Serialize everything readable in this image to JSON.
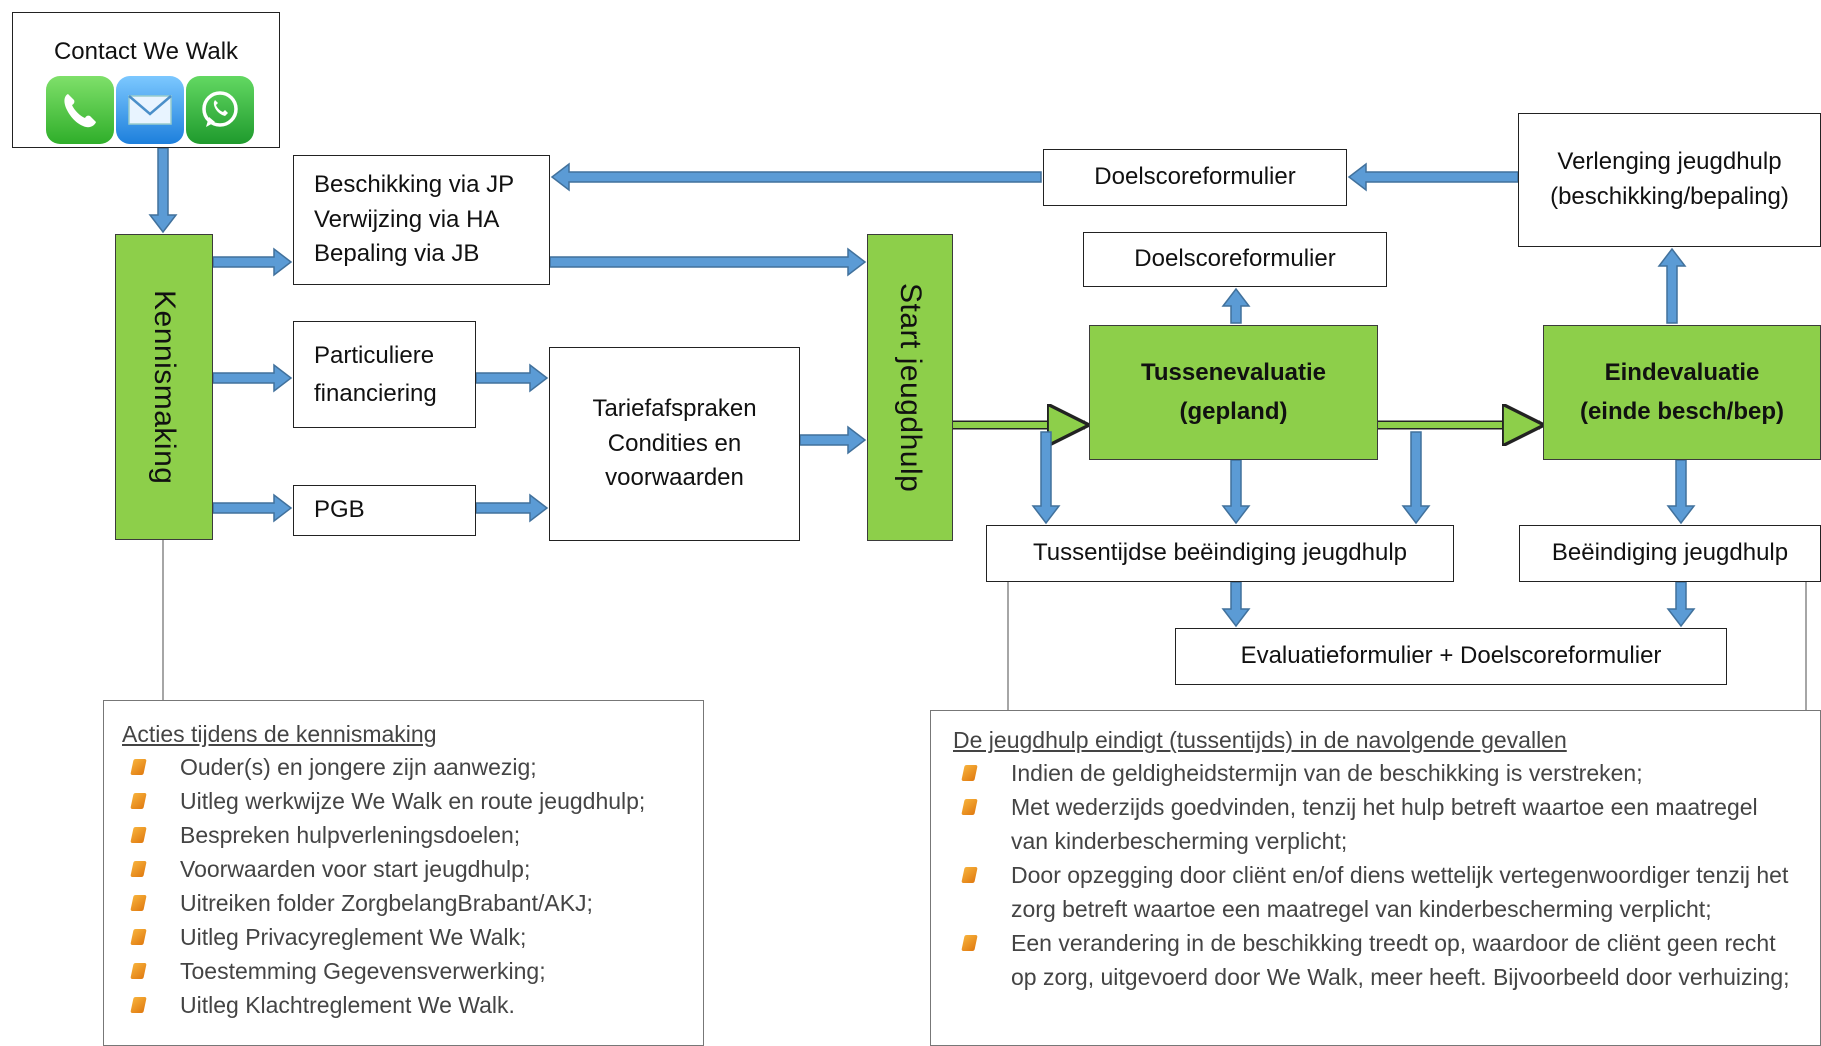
{
  "contact": {
    "title": "Contact We Walk",
    "icons": [
      "phone-icon",
      "mail-icon",
      "whatsapp-icon"
    ]
  },
  "kennismaking": "Kennismaking",
  "routes": {
    "beschikking": "Beschikking via JP\nVerwijzing via HA\nBepaling via JB",
    "particuliere": "Particuliere\nfinanciering",
    "pgb": "PGB",
    "tarief": "Tariefafspraken\nCondities en\nvoorwaarden"
  },
  "start_jeugdhulp": "Start jeugdhulp",
  "doelscore_top": "Doelscoreformulier",
  "doelscore_mid": "Doelscoreformulier",
  "verlenging": "Verlenging  jeugdhulp\n(beschikking/bepaling)",
  "tussenevaluatie": "Tussenevaluatie\n(gepland)",
  "eindevaluatie": "Eindevaluatie\n(einde besch/bep)",
  "tussentijdse_beeindiging": "Tussentijdse beëindiging jeugdhulp",
  "beeindiging": "Beëindiging jeugdhulp",
  "evaluatieformulier": "Evaluatieformulier + Doelscoreformulier",
  "note_kennismaking": {
    "heading": "Acties tijdens de kennismaking",
    "items": [
      "Ouder(s) en jongere zijn aanwezig;",
      "Uitleg werkwijze We Walk en route jeugdhulp;",
      "Bespreken hulpverleningsdoelen;",
      "Voorwaarden voor start jeugdhulp;",
      "Uitreiken folder ZorgbelangBrabant/AKJ;",
      "Uitleg Privacyreglement We Walk;",
      "Toestemming Gegevensverwerking;",
      "Uitleg Klachtreglement We Walk."
    ]
  },
  "note_einde": {
    "heading": "De jeugdhulp eindigt (tussentijds) in de navolgende gevallen",
    "items": [
      "Indien de geldigheidstermijn van de beschikking is verstreken;",
      "Met wederzijds goedvinden, tenzij het hulp betreft waartoe een maatregel van kinderbescherming verplicht;",
      "Door opzegging door cliënt en/of diens wettelijk vertegenwoordiger tenzij het zorg betreft waartoe een maatregel van kinderbescherming verplicht;",
      "Een verandering in de beschikking treedt op, waardoor de cliënt geen recht op zorg, uitgevoerd door We Walk, meer heeft. Bijvoorbeeld door verhuizing;"
    ]
  },
  "colors": {
    "arrow_fill": "#5b9bd5",
    "arrow_stroke": "#41719c",
    "green_box": "#8dcf4a",
    "bullet": "#e8891c"
  }
}
